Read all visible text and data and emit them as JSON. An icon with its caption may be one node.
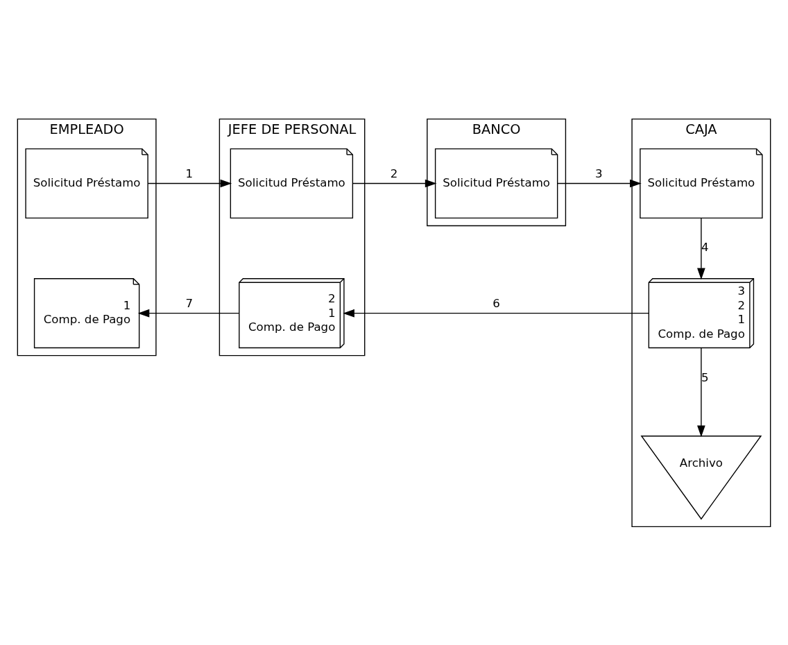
{
  "diagram": {
    "nodes": [
      {
        "text": [
          "EMPLEADO"
        ]
      },
      {
        "text": [
          "JEFE DE PERSONAL"
        ]
      },
      {
        "text": [
          "BANCO"
        ]
      },
      {
        "text": [
          "CAJA"
        ]
      },
      {
        "text": [
          "Solicitud Préstamo"
        ],
        "in": 0
      },
      {
        "text": [
          "Solicitud Préstamo"
        ],
        "in": 1
      },
      {
        "text": [
          "Solicitud Préstamo"
        ],
        "in": 2
      },
      {
        "text": [
          "Solicitud Préstamo"
        ],
        "in": 3
      },
      {
        "text": [
          "3",
          "2",
          "1",
          "Comp. de Pago"
        ],
        "in": 3
      },
      {
        "text": [
          "Archivo"
        ],
        "in": 3
      },
      {
        "text": [
          "2",
          "1",
          "Comp. de Pago"
        ],
        "in": 1
      },
      {
        "text": [
          "1",
          "Comp. de Pago"
        ],
        "in": 0
      }
    ],
    "edges": [
      {
        "from": 4,
        "to": 5,
        "arrow": "to",
        "label": "1"
      },
      {
        "from": 5,
        "to": 6,
        "arrow": "to",
        "label": "2"
      },
      {
        "from": 6,
        "to": 7,
        "arrow": "to",
        "label": "3"
      },
      {
        "from": 7,
        "to": 8,
        "arrow": "to",
        "label": "4"
      },
      {
        "from": 8,
        "to": 9,
        "arrow": "to",
        "label": "5"
      },
      {
        "from": 8,
        "to": 10,
        "arrow": "to",
        "label": "6"
      },
      {
        "from": 10,
        "to": 11,
        "arrow": "to",
        "label": "7"
      }
    ]
  }
}
